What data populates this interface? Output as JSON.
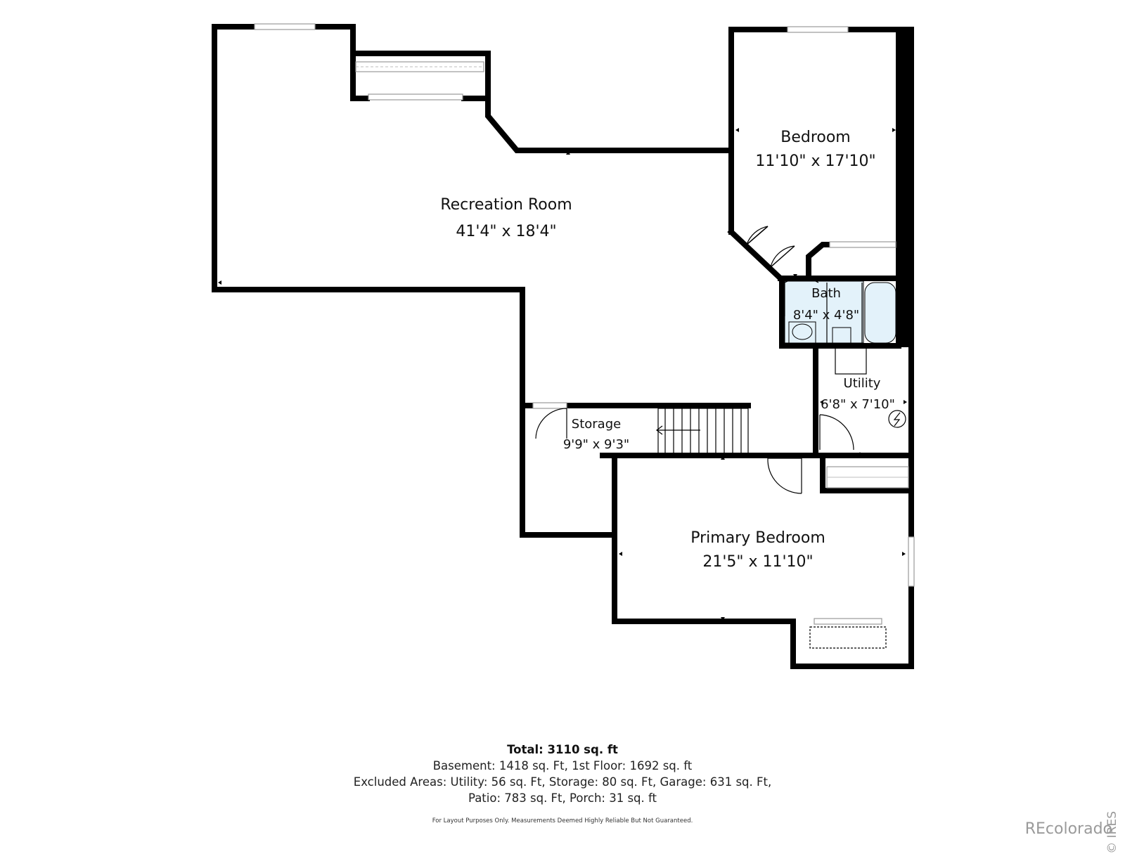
{
  "rooms": {
    "recreation": {
      "name": "Recreation Room",
      "dims": "41'4\" x 18'4\""
    },
    "bedroom": {
      "name": "Bedroom",
      "dims": "11'10\" x 17'10\""
    },
    "bath": {
      "name": "Bath",
      "dims": "8'4\" x 4'8\""
    },
    "utility": {
      "name": "Utility",
      "dims": "6'8\" x 7'10\""
    },
    "storage": {
      "name": "Storage",
      "dims": "9'9\" x 9'3\""
    },
    "primary": {
      "name": "Primary Bedroom",
      "dims": "21'5\" x 11'10\""
    }
  },
  "summary": {
    "total": "Total: 3110 sq. ft",
    "line1": "Basement: 1418 sq. Ft, 1st Floor: 1692 sq. ft",
    "line2": "Excluded Areas: Utility: 56 sq. Ft, Storage: 80 sq. Ft, Garage: 631 sq. Ft,",
    "line3": "Patio: 783 sq. Ft, Porch: 31 sq. ft",
    "disclaimer": "For Layout Purposes Only. Measurements Deemed Highly Reliable But Not Guaranteed."
  },
  "branding": {
    "brand": "REcolorado",
    "ires": "© IRES"
  },
  "colors": {
    "wall": "#000000",
    "fixture": "#e3f2fa",
    "watermark": "#9a9a9a"
  }
}
